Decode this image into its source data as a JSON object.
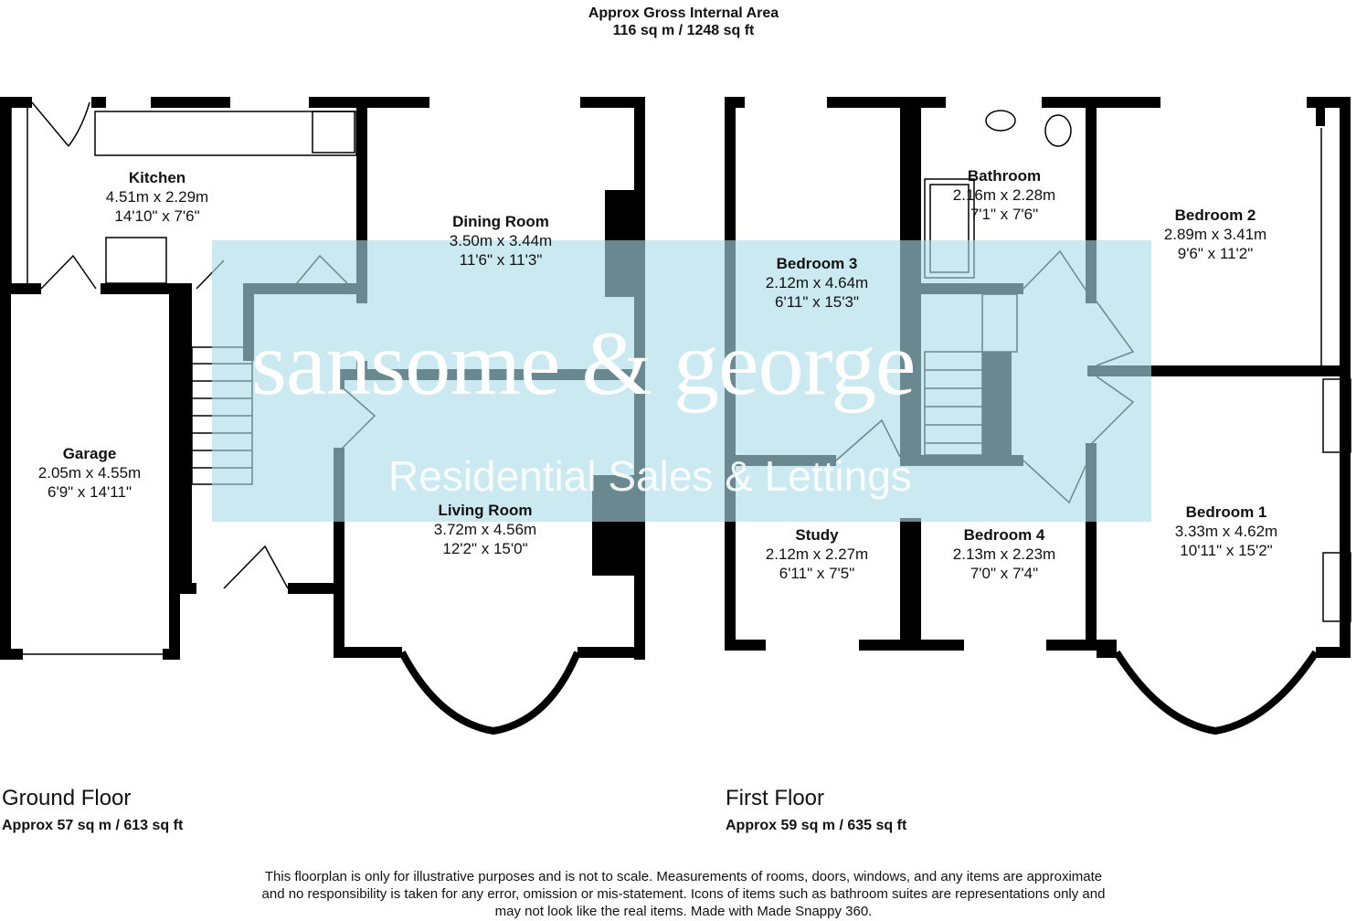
{
  "header": {
    "line1": "Approx Gross Internal Area",
    "line2": "116 sq m / 1248 sq ft"
  },
  "ground_floor": {
    "title": "Ground Floor",
    "area": "Approx 57 sq m / 613 sq ft",
    "rooms": [
      {
        "name": "Kitchen",
        "metric": "4.51m x 2.29m",
        "imperial": "14'10\" x 7'6\""
      },
      {
        "name": "Dining Room",
        "metric": "3.50m x 3.44m",
        "imperial": "11'6\" x 11'3\""
      },
      {
        "name": "Garage",
        "metric": "2.05m x 4.55m",
        "imperial": "6'9\" x 14'11\""
      },
      {
        "name": "Living Room",
        "metric": "3.72m x 4.56m",
        "imperial": "12'2\" x 15'0\""
      }
    ]
  },
  "first_floor": {
    "title": "First Floor",
    "area": "Approx 59 sq m / 635 sq ft",
    "rooms": [
      {
        "name": "Bathroom",
        "metric": "2.16m x 2.28m",
        "imperial": "7'1\" x 7'6\""
      },
      {
        "name": "Bedroom 2",
        "metric": "2.89m x 3.41m",
        "imperial": "9'6\" x 11'2\""
      },
      {
        "name": "Bedroom 3",
        "metric": "2.12m x 4.64m",
        "imperial": "6'11\" x 15'3\""
      },
      {
        "name": "Study",
        "metric": "2.12m x 2.27m",
        "imperial": "6'11\" x 7'5\""
      },
      {
        "name": "Bedroom 4",
        "metric": "2.13m x 2.23m",
        "imperial": "7'0\" x 7'4\""
      },
      {
        "name": "Bedroom 1",
        "metric": "3.33m x 4.62m",
        "imperial": "10'11\" x 15'2\""
      }
    ]
  },
  "watermark": {
    "brand": "sansome & george",
    "tagline": "Residential Sales & Lettings",
    "color": "#a9dce8"
  },
  "disclaimer": {
    "line1": "This floorplan is only for illustrative purposes and is not to scale. Measurements of rooms, doors, windows, and any items are approximate",
    "line2": "and no responsibility is taken for any error, omission or mis-statement. Icons of items such as bathroom suites are representations only and",
    "line3": "may not look like the real items. Made with Made Snappy 360."
  }
}
